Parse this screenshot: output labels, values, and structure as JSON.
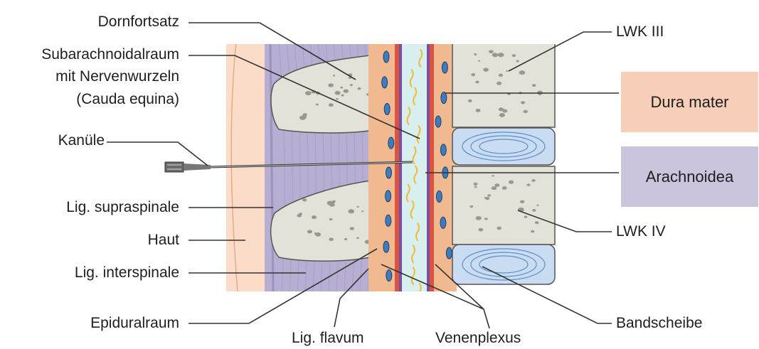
{
  "labels": {
    "dornfortsatz": "Dornfortsatz",
    "subarachnoidalraum_1": "Subarachnoidalraum",
    "subarachnoidalraum_2": "mit Nervenwurzeln",
    "subarachnoidalraum_3": "(Cauda equina)",
    "kanuele": "Kanüle",
    "lig_supraspinale": "Lig. supraspinale",
    "haut": "Haut",
    "lig_interspinale": "Lig. interspinale",
    "epiduralraum": "Epiduralraum",
    "lig_flavum": "Lig. flavum",
    "venenplexus": "Venenplexus",
    "lwk_iii": "LWK III",
    "lwk_iv": "LWK IV",
    "bandscheibe": "Bandscheibe"
  },
  "legend": {
    "dura_mater": "Dura mater",
    "arachnoidea": "Arachnoidea"
  },
  "colors": {
    "skin": "#fbdcc8",
    "skin_edge": "#e7a98a",
    "ligament": "#b7aed2",
    "ligament_stripe": "#9d93bf",
    "bone": "#e3e2d8",
    "bone_edge": "#555555",
    "epidural": "#f1b98f",
    "dura": "#d9533e",
    "arachnoid": "#7b4fa0",
    "csf": "#d7f0ef",
    "nerve": "#f2b93a",
    "vein": "#3f7cbd",
    "disc": "#c9dcf2",
    "disc_line": "#5f8ec6",
    "dura_key": "#f7cfb8",
    "arach_key": "#cbc4dd"
  }
}
